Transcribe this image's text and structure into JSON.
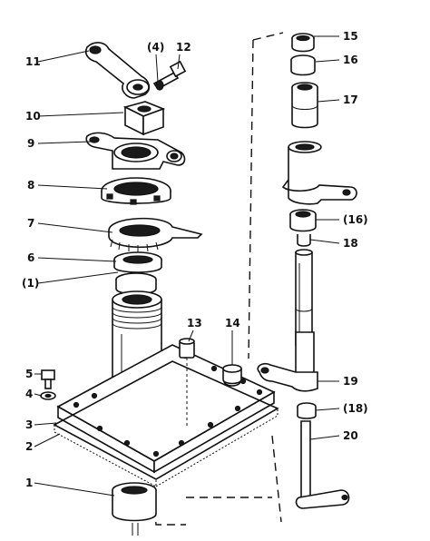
{
  "callouts": [
    {
      "id": "c11",
      "text": "11"
    },
    {
      "id": "c4a",
      "text": "(4)"
    },
    {
      "id": "c12",
      "text": "12"
    },
    {
      "id": "c10",
      "text": "10"
    },
    {
      "id": "c9",
      "text": "9"
    },
    {
      "id": "c8",
      "text": "8"
    },
    {
      "id": "c7",
      "text": "7"
    },
    {
      "id": "c6",
      "text": "6"
    },
    {
      "id": "c1a",
      "text": "(1)"
    },
    {
      "id": "c13",
      "text": "13"
    },
    {
      "id": "c14",
      "text": "14"
    },
    {
      "id": "c5",
      "text": "5"
    },
    {
      "id": "c4",
      "text": "4"
    },
    {
      "id": "c3",
      "text": "3"
    },
    {
      "id": "c2",
      "text": "2"
    },
    {
      "id": "c1",
      "text": "1"
    },
    {
      "id": "c15",
      "text": "15"
    },
    {
      "id": "c16",
      "text": "16"
    },
    {
      "id": "c17",
      "text": "17"
    },
    {
      "id": "c16a",
      "text": "(16)"
    },
    {
      "id": "c18",
      "text": "18"
    },
    {
      "id": "c19",
      "text": "19"
    },
    {
      "id": "c18a",
      "text": "(18)"
    },
    {
      "id": "c20",
      "text": "20"
    }
  ]
}
